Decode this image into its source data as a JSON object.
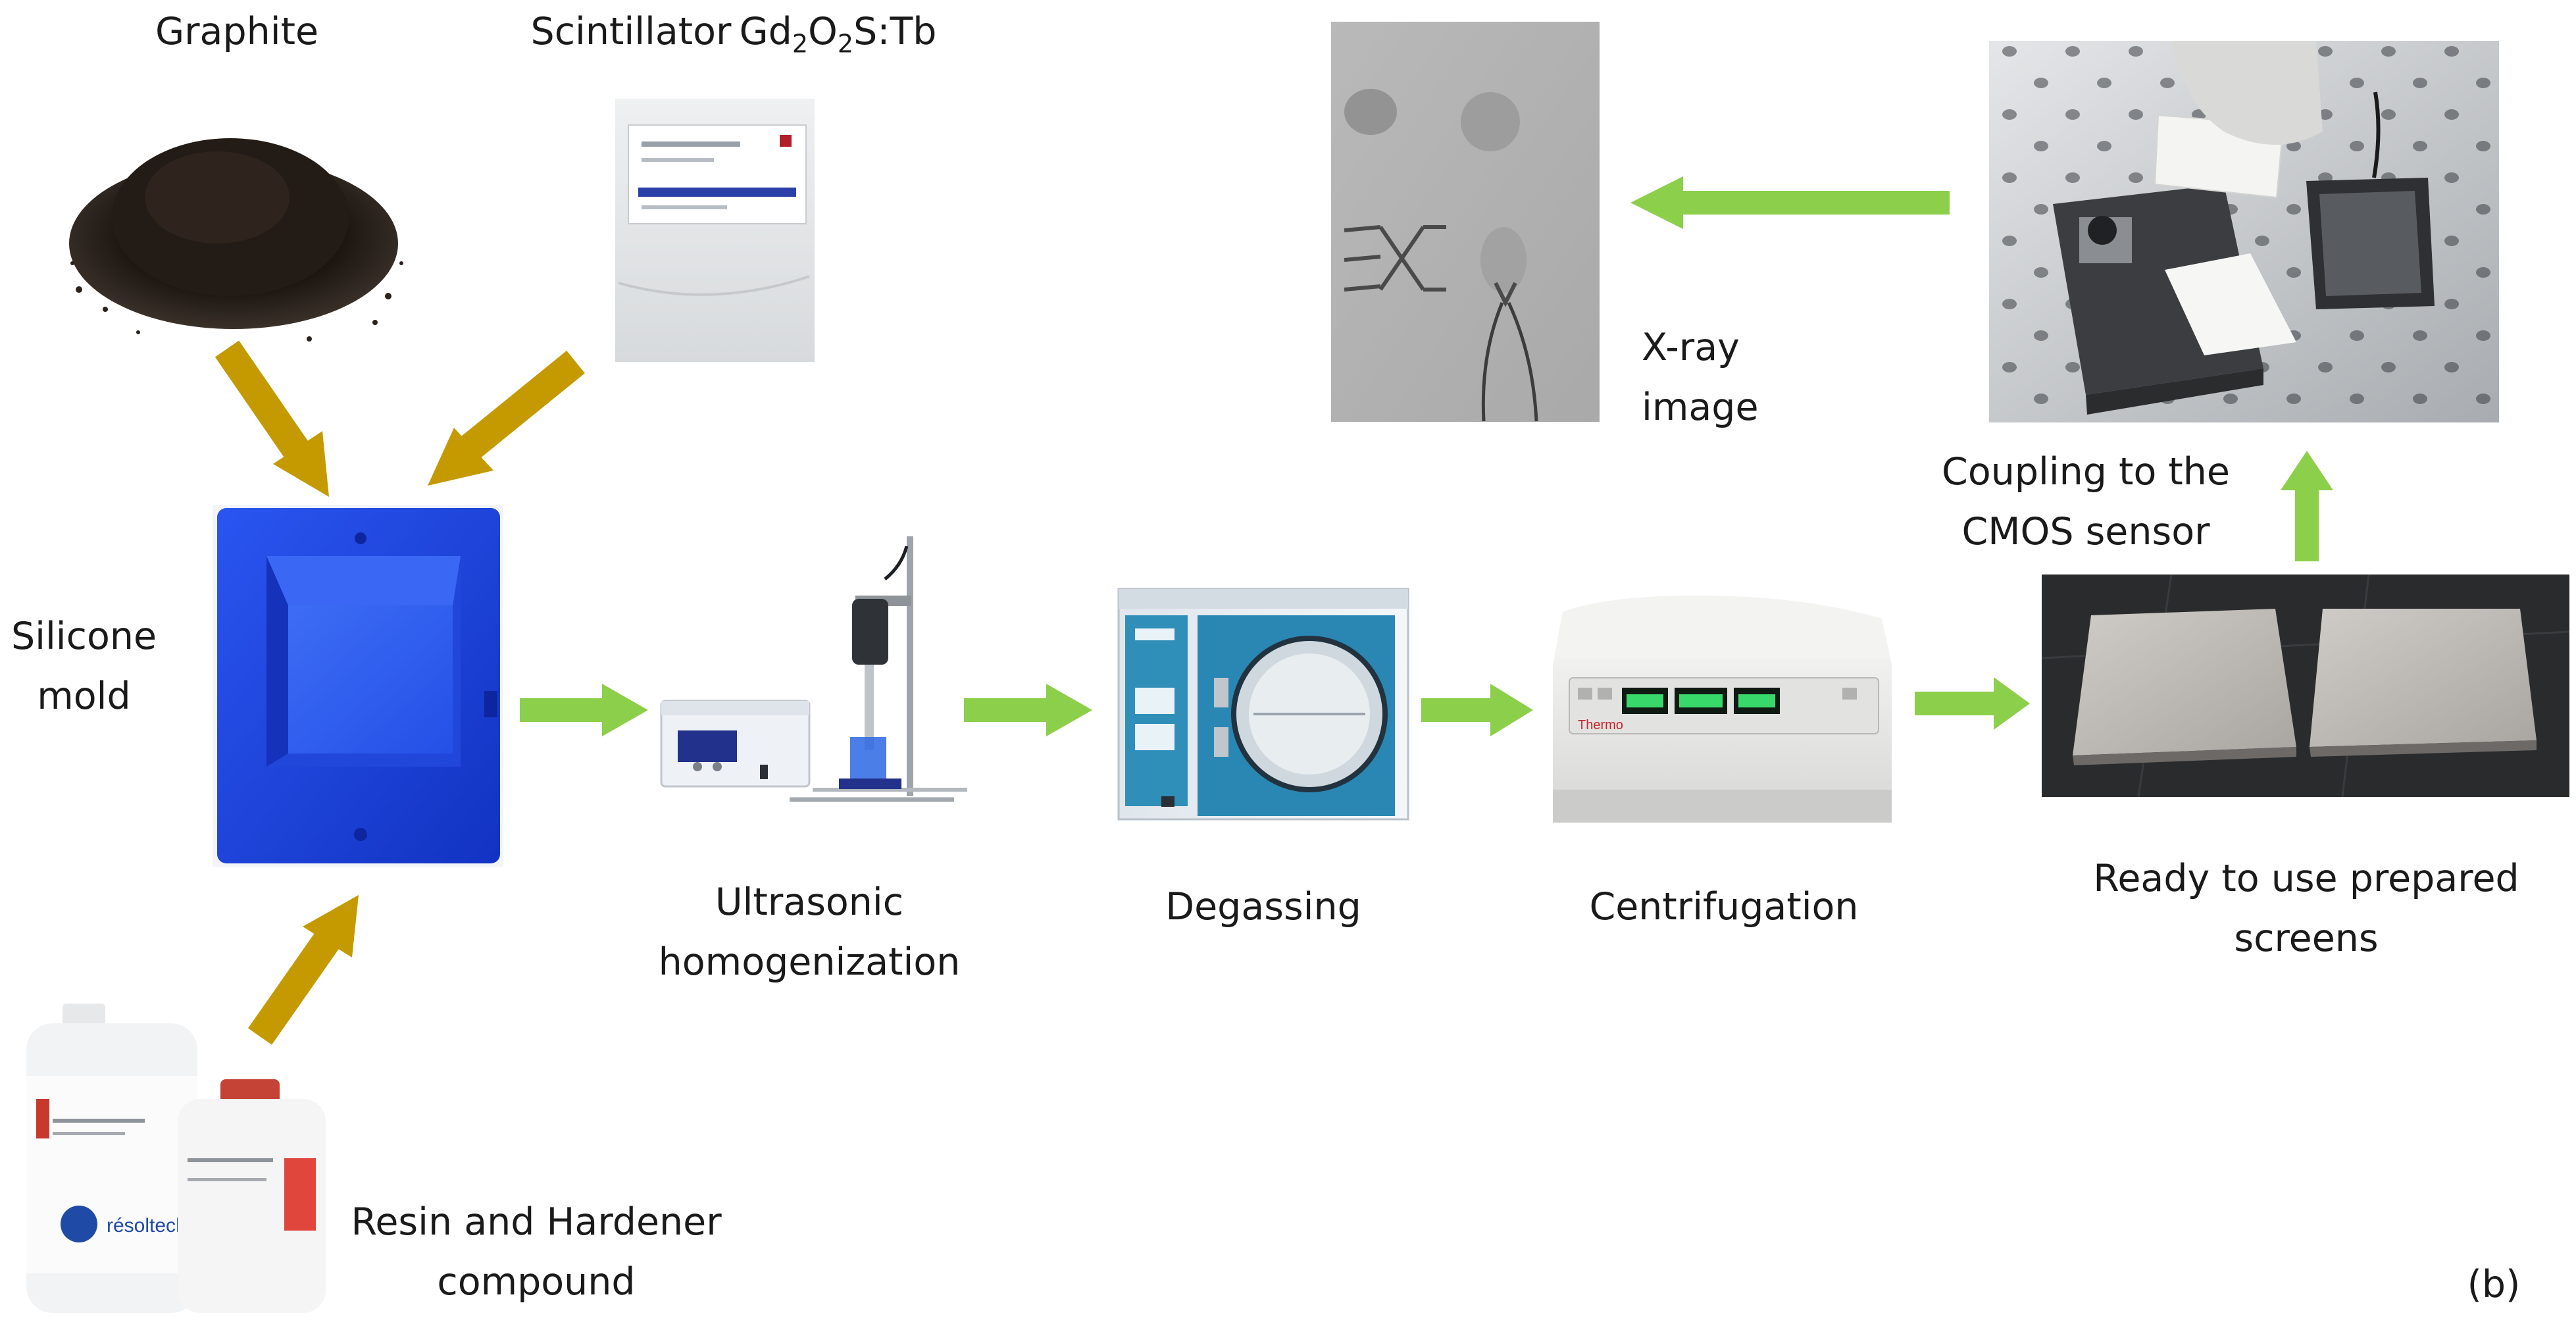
{
  "labels": {
    "graphite": "Graphite",
    "scintillator_prefix": "Scintillator",
    "scintillator_formula_gd": "Gd",
    "scintillator_formula_sub1": "2",
    "scintillator_formula_o": "O",
    "scintillator_formula_sub2": "2",
    "scintillator_formula_tail": "S:Tb",
    "silicone_mold_line1": "Silicone",
    "silicone_mold_line2": "mold",
    "resin_line1": "Resin and Hardener",
    "resin_line2": "compound",
    "ultrasonic_line1": "Ultrasonic",
    "ultrasonic_line2": "homogenization",
    "degassing": "Degassing",
    "centrifugation": "Centrifugation",
    "ready_line1": "Ready to use prepared",
    "ready_line2": "screens",
    "coupling_line1": "Coupling to the",
    "coupling_line2": "CMOS sensor",
    "xray_line1": "X-ray",
    "xray_line2": "image",
    "panel_label": "(b)"
  },
  "product_text": {
    "bottle_brand": "résoltech",
    "centrifuge_brand": "Thermo"
  },
  "colors": {
    "input_arrow": "#c49a00",
    "process_arrow": "#8ccf4a",
    "mold_blue": "#1b45e0",
    "text": "#1a1a1a"
  }
}
